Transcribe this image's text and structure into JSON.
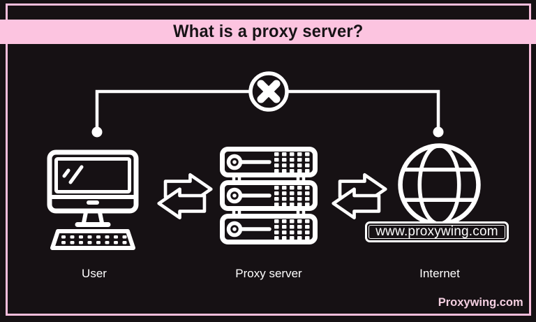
{
  "header": {
    "title": "What is a proxy server?"
  },
  "colors": {
    "background": "#161114",
    "accent_pink": "#fcc4e0",
    "frame_pink": "#f9bedd",
    "icon_white": "#ffffff",
    "title_text": "#171316",
    "watermark_pink": "#f4cfe1"
  },
  "diagram": {
    "blocked_link": {
      "icon": "blocked-x-icon",
      "endpoints": [
        "dot-icon",
        "dot-icon"
      ]
    },
    "nodes": [
      {
        "label": "User",
        "icon": "desktop-computer-icon"
      },
      {
        "label": "Proxy server",
        "icon": "server-rack-icon"
      },
      {
        "label": "Internet",
        "icon": "globe-icon"
      }
    ],
    "connections": [
      {
        "icon": "swap-arrows-icon"
      },
      {
        "icon": "swap-arrows-icon"
      }
    ],
    "address_box": {
      "url": "www.proxywing.com"
    }
  },
  "footer": {
    "brand": "Proxywing.com"
  }
}
